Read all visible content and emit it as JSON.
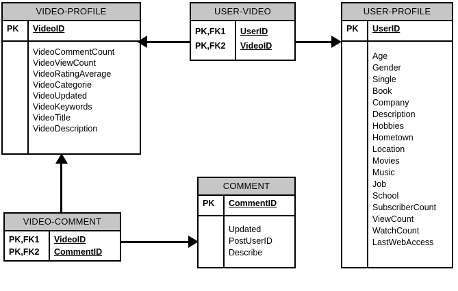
{
  "diagram": {
    "type": "entity-relationship-diagram",
    "header_fill": "#c6c6c6",
    "line_color": "#000000",
    "background": "#ffffff"
  },
  "entities": {
    "video_profile": {
      "title": "VIDEO-PROFILE",
      "keys": [
        {
          "marker": "PK",
          "name": "VideoID"
        }
      ],
      "attributes": [
        "VideoCommentCount",
        "VideoViewCount",
        "VideoRatingAverage",
        "VideoCategorie",
        "VideoUpdated",
        "VideoKeywords",
        "VideoTitle",
        "VideoDescription"
      ]
    },
    "user_video": {
      "title": "USER-VIDEO",
      "keys": [
        {
          "marker": "PK,FK1",
          "name": "UserID"
        },
        {
          "marker": "PK,FK2",
          "name": "VideoID"
        }
      ],
      "attributes": []
    },
    "user_profile": {
      "title": "USER-PROFILE",
      "keys": [
        {
          "marker": "PK",
          "name": "UserID"
        }
      ],
      "attributes": [
        "Age",
        "Gender",
        "Single",
        "Book",
        "Company",
        "Description",
        "Hobbies",
        "Hometown",
        "Location",
        "Movies",
        "Music",
        "Job",
        "School",
        "SubscriberCount",
        "ViewCount",
        "WatchCount",
        "LastWebAccess"
      ]
    },
    "comment": {
      "title": "COMMENT",
      "keys": [
        {
          "marker": "PK",
          "name": "CommentID"
        }
      ],
      "attributes": [
        "Updated",
        "PostUserID",
        "Describe"
      ]
    },
    "video_comment": {
      "title": "VIDEO-COMMENT",
      "keys": [
        {
          "marker": "PK,FK1",
          "name": "VideoID"
        },
        {
          "marker": "PK,FK2",
          "name": "CommentID"
        }
      ],
      "attributes": []
    }
  },
  "relationships": [
    {
      "name": "user-video-to-video-profile",
      "from": "user_video",
      "to": "video_profile",
      "direction": "left"
    },
    {
      "name": "user-video-to-user-profile",
      "from": "user_video",
      "to": "user_profile",
      "direction": "right"
    },
    {
      "name": "video-comment-to-video-profile",
      "from": "video_comment",
      "to": "video_profile",
      "direction": "up"
    },
    {
      "name": "video-comment-to-comment",
      "from": "video_comment",
      "to": "comment",
      "direction": "right"
    }
  ]
}
